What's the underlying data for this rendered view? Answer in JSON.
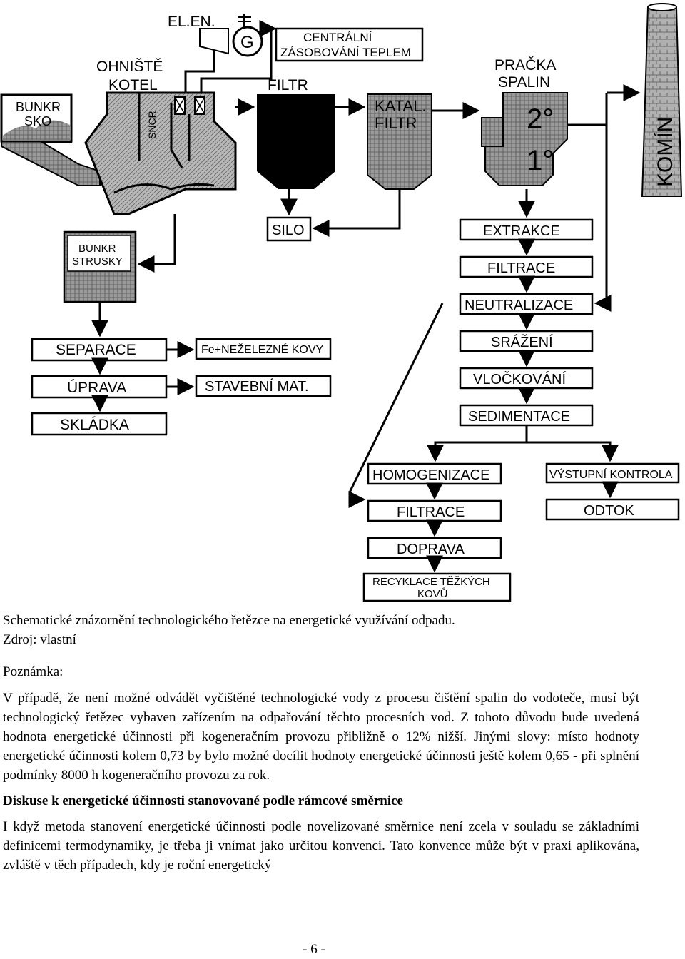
{
  "diagram": {
    "labels": {
      "bunkr_sko": [
        "BUNKR",
        "SKO"
      ],
      "ohniste_kotel": [
        "OHNIŠTĚ",
        "KOTEL"
      ],
      "el_en": "EL.EN.",
      "generator": "G",
      "centralni": [
        "CENTRÁLNÍ",
        "ZÁSOBOVÁNÍ TEPLEM"
      ],
      "filtr": "FILTR",
      "katal_filtr": [
        "KATAL.",
        "FILTR"
      ],
      "pracka_spalin": [
        "PRAČKA",
        "SPALIN"
      ],
      "stage2": "2°",
      "stage1": "1°",
      "komin": "KOMÍN",
      "sncr": "SNCR",
      "silo": "SILO",
      "bunkr_strusky": [
        "BUNKR",
        "STRUSKY"
      ],
      "separace": "SEPARACE",
      "uprava": "ÚPRAVA",
      "skladka": "SKLÁDKA",
      "fe_kovy": "Fe+NEŽELEZNÉ KOVY",
      "stavebni_mat": "STAVEBNÍ MAT.",
      "extrakce": "EXTRAKCE",
      "filtrace_1": "FILTRACE",
      "neutralizace": "NEUTRALIZACE",
      "srazeni": "SRÁŽENÍ",
      "vlockovani": "VLOČKOVÁNÍ",
      "sedimentace": "SEDIMENTACE",
      "homogenizace": "HOMOGENIZACE",
      "filtrace_2": "FILTRACE",
      "doprava": "DOPRAVA",
      "recyklace": [
        "RECYKLACE TĚŽKÝCH",
        "KOVŮ"
      ],
      "vystupni_kontrola": "VÝSTUPNÍ KONTROLA",
      "odtok": "ODTOK"
    }
  },
  "text": {
    "caption": "Schematické znázornění technologického řetězce na energetické využívání odpadu.",
    "source": "Zdroj: vlastní",
    "note_label": "Poznámka:",
    "note_body": "V případě, že není možné odvádět vyčištěné technologické vody z procesu čištění spalin do vodoteče, musí být technologický řetězec vybaven zařízením na odpařování těchto procesních vod. Z tohoto důvodu bude uvedená hodnota energetické účinnosti při kogeneračním provozu přibližně o 12% nižší. Jinými slovy: místo hodnoty energetické účinnosti kolem 0,73 by bylo možné docílit hodnoty energetické účinnosti ještě kolem 0,65 - při splnění podmínky 8000 h kogeneračního provozu za rok.",
    "heading": "Diskuse k energetické účinnosti stanovované podle rámcové směrnice",
    "para2": "I když metoda stanovení energetické účinnosti podle novelizované směrnice není zcela v souladu se základními definicemi termodynamiky, je třeba ji vnímat jako určitou konvenci. Tato konvence může být v praxi aplikována, zvláště v těch případech, kdy je roční energetický",
    "page_number": "- 6 -"
  }
}
